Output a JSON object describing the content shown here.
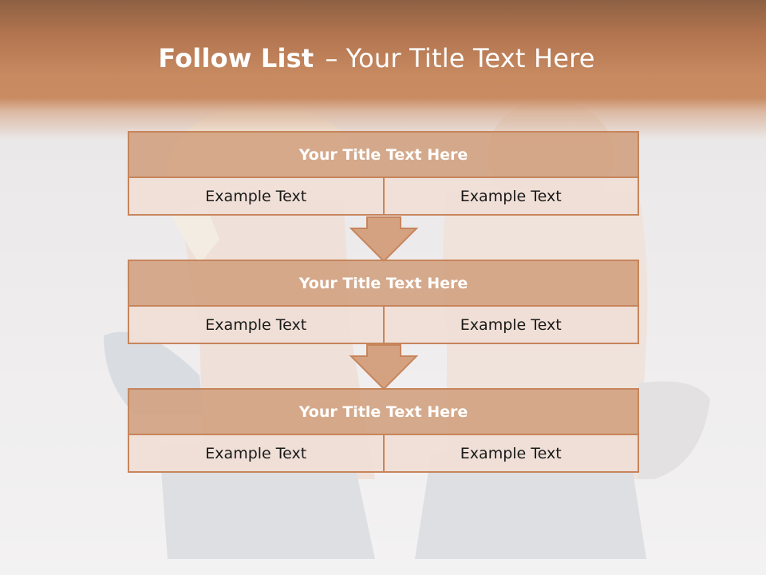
{
  "slide": {
    "title_bold": "Follow List",
    "title_dash": "–",
    "title_rest": "Your Title Text Here"
  },
  "steps": [
    {
      "title": "Your Title Text Here",
      "left": "Example Text",
      "right": "Example Text"
    },
    {
      "title": "Your Title Text Here",
      "left": "Example Text",
      "right": "Example Text"
    },
    {
      "title": "Your Title Text Here",
      "left": "Example Text",
      "right": "Example Text"
    }
  ],
  "colors": {
    "accent": "#c7855c",
    "header_dark": "#8d6043",
    "title_fill": "#d09e7a",
    "cell_fill": "#f0ded6",
    "text_light": "#ffffff",
    "text_dark": "#1a1a1a"
  },
  "background_image": "two-people-back-view-photo"
}
